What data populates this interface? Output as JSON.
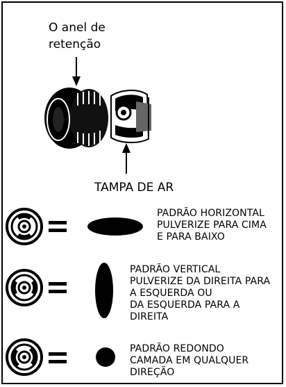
{
  "labels": {
    "retaining_ring": "O anel de\nretenção",
    "air_cap": "TAMPA DE AR"
  },
  "patterns": [
    {
      "icon": "air-cap-horizontal-position-icon",
      "equals": "=",
      "shape": "horizontal-ellipse-icon",
      "text": "PADRÃO HORIZONTAL\nPULVERIZE PARA CIMA\nE PARA BAIXO"
    },
    {
      "icon": "air-cap-vertical-position-icon",
      "equals": "=",
      "shape": "vertical-ellipse-icon",
      "text": "PADRÃO VERTICAL\nPULVERIZE DA DIREITA PARA\nA ESQUERDA OU\nDA ESQUERDA PARA A\nDIREITA"
    },
    {
      "icon": "air-cap-round-position-icon",
      "equals": "=",
      "shape": "round-dot-icon",
      "text": "PADRÃO REDONDO\nCAMADA EM QUALQUER\nDIREÇÃO"
    }
  ],
  "colors": {
    "ink": "#000000",
    "background": "#ffffff"
  }
}
